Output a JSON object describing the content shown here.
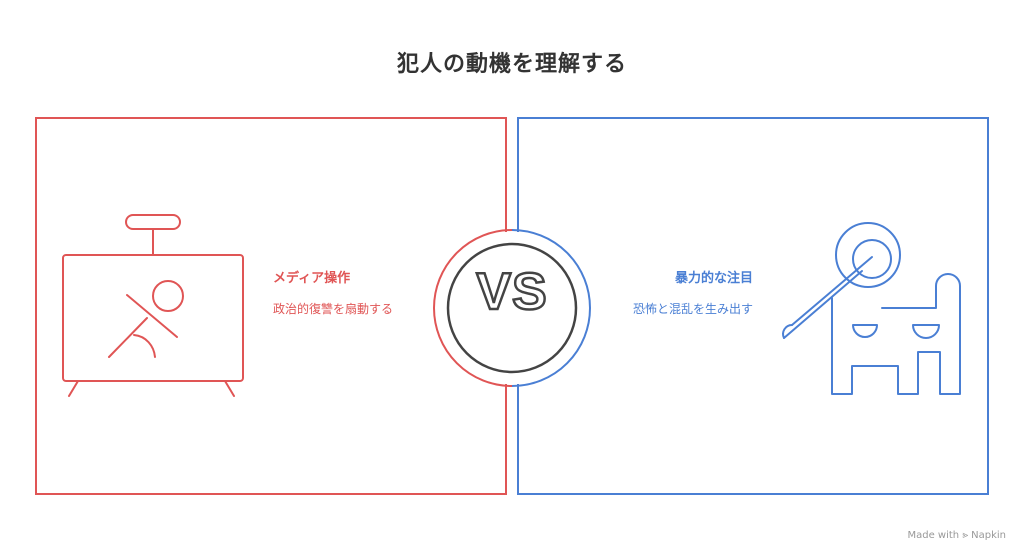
{
  "title": "犯人の動機を理解する",
  "left": {
    "heading": "メディア操作",
    "description": "政治的復讐を扇動する",
    "icon": "tv-broadcast-icon",
    "color": "#e05555"
  },
  "right": {
    "heading": "暴力的な注目",
    "description": "恐怖と混乱を生み出す",
    "icon": "elephant-hammer-icon",
    "color": "#4a7fd4"
  },
  "vs_label": "VS",
  "footer": "Made with ⪢ Napkin"
}
